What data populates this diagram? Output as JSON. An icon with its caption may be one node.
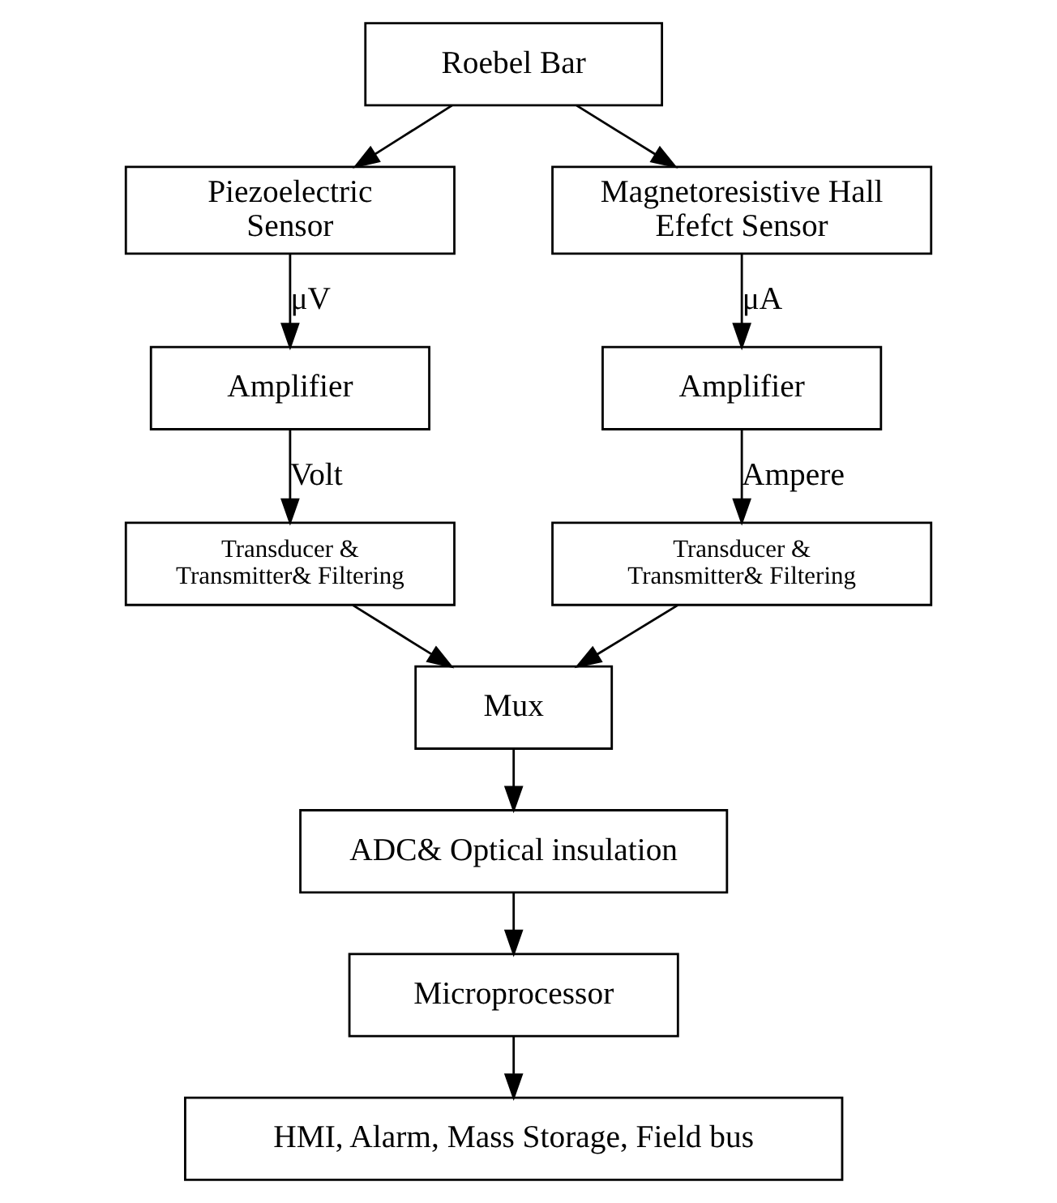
{
  "diagram": {
    "nodes": [
      {
        "text": [
          "Roebel Bar"
        ]
      },
      {
        "text": [
          "Piezoelectric Sensor"
        ]
      },
      {
        "text": [
          "Magnetoresistive Hall Efefct Sensor"
        ]
      },
      {
        "text": [
          "Amplifier"
        ]
      },
      {
        "text": [
          "Amplifier"
        ]
      },
      {
        "text": [
          "Transducer & Transmitter& Filtering"
        ]
      },
      {
        "text": [
          "Transducer & Transmitter& Filtering"
        ]
      },
      {
        "text": [
          "Mux"
        ]
      },
      {
        "text": [
          "ADC& Optical insulation"
        ]
      },
      {
        "text": [
          "Microprocessor"
        ]
      },
      {
        "text": [
          "HMI, Alarm, Mass Storage, Field bus"
        ]
      }
    ],
    "edges": [
      {
        "from": 0,
        "to": 1,
        "arrow": "to"
      },
      {
        "from": 0,
        "to": 2,
        "arrow": "to"
      },
      {
        "from": 1,
        "to": 3,
        "arrow": "to",
        "label": "μV"
      },
      {
        "from": 2,
        "to": 4,
        "arrow": "to",
        "label": "μA"
      },
      {
        "from": 3,
        "to": 5,
        "arrow": "to",
        "label": "Volt"
      },
      {
        "from": 4,
        "to": 6,
        "arrow": "to",
        "label": "Ampere"
      },
      {
        "from": 5,
        "to": 7,
        "arrow": "to"
      },
      {
        "from": 6,
        "to": 7,
        "arrow": "to"
      },
      {
        "from": 7,
        "to": 8,
        "arrow": "to"
      },
      {
        "from": 8,
        "to": 9,
        "arrow": "to"
      },
      {
        "from": 9,
        "to": 10,
        "arrow": "to"
      }
    ]
  }
}
